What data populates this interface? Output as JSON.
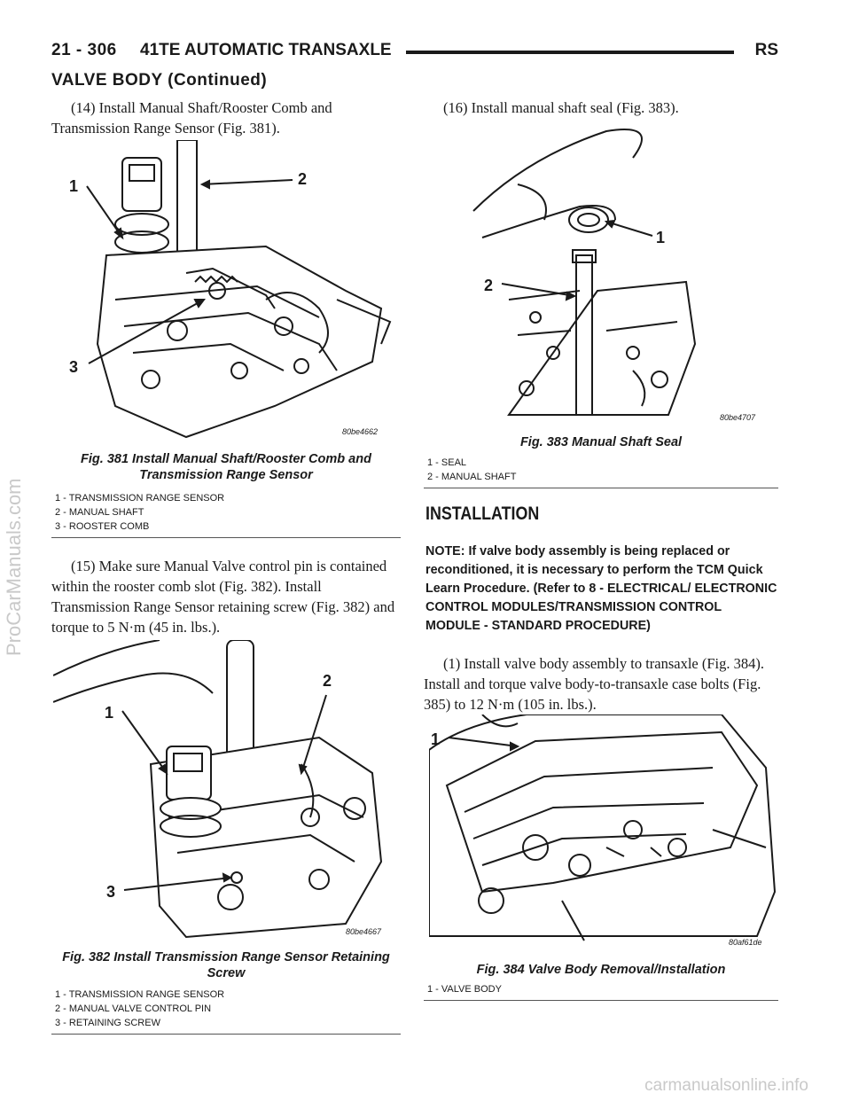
{
  "header": {
    "page_number": "21 - 306",
    "section_title": "41TE AUTOMATIC TRANSAXLE",
    "code": "RS"
  },
  "continued_title": "VALVE BODY (Continued)",
  "steps": {
    "s14": "(14) Install Manual Shaft/Rooster Comb and Transmission Range Sensor (Fig. 381).",
    "s15": "(15) Make sure Manual Valve control pin is contained within the rooster comb slot (Fig. 382). Install Transmission Range Sensor retaining screw (Fig. 382) and torque to 5 N·m (45 in. lbs.).",
    "s16": "(16) Install manual shaft seal (Fig. 383).",
    "i1": "(1) Install valve body assembly to transaxle (Fig. 384). Install and torque valve body-to-transaxle case bolts (Fig. 385) to 12 N·m (105 in. lbs.)."
  },
  "figures": {
    "f381": {
      "title": "Fig. 381 Install Manual Shaft/Rooster Comb and Transmission Range Sensor",
      "code": "80be4662",
      "callouts": [
        "1",
        "2",
        "3"
      ],
      "legend": [
        "1 - TRANSMISSION RANGE SENSOR",
        "2 - MANUAL SHAFT",
        "3 - ROOSTER COMB"
      ]
    },
    "f382": {
      "title": "Fig. 382 Install Transmission Range Sensor Retaining Screw",
      "code": "80be4667",
      "callouts": [
        "1",
        "2",
        "3"
      ],
      "legend": [
        "1 - TRANSMISSION RANGE SENSOR",
        "2 - MANUAL VALVE CONTROL PIN",
        "3 - RETAINING SCREW"
      ]
    },
    "f383": {
      "title": "Fig. 383 Manual Shaft Seal",
      "code": "80be4707",
      "callouts": [
        "1",
        "2"
      ],
      "legend": [
        "1 - SEAL",
        "2 - MANUAL SHAFT"
      ]
    },
    "f384": {
      "title": "Fig. 384 Valve Body Removal/Installation",
      "code": "80af61de",
      "callouts": [
        "1"
      ],
      "legend": [
        "1 - VALVE BODY"
      ]
    }
  },
  "installation": {
    "heading": "INSTALLATION",
    "note": "NOTE: If valve body assembly is being replaced or reconditioned, it is necessary to perform the TCM Quick Learn Procedure. (Refer to 8 - ELECTRICAL/ ELECTRONIC CONTROL MODULES/TRANSMISSION CONTROL MODULE - STANDARD PROCEDURE)"
  },
  "watermark": "ProCarManuals.com",
  "footer": "carmanualsonline.info"
}
